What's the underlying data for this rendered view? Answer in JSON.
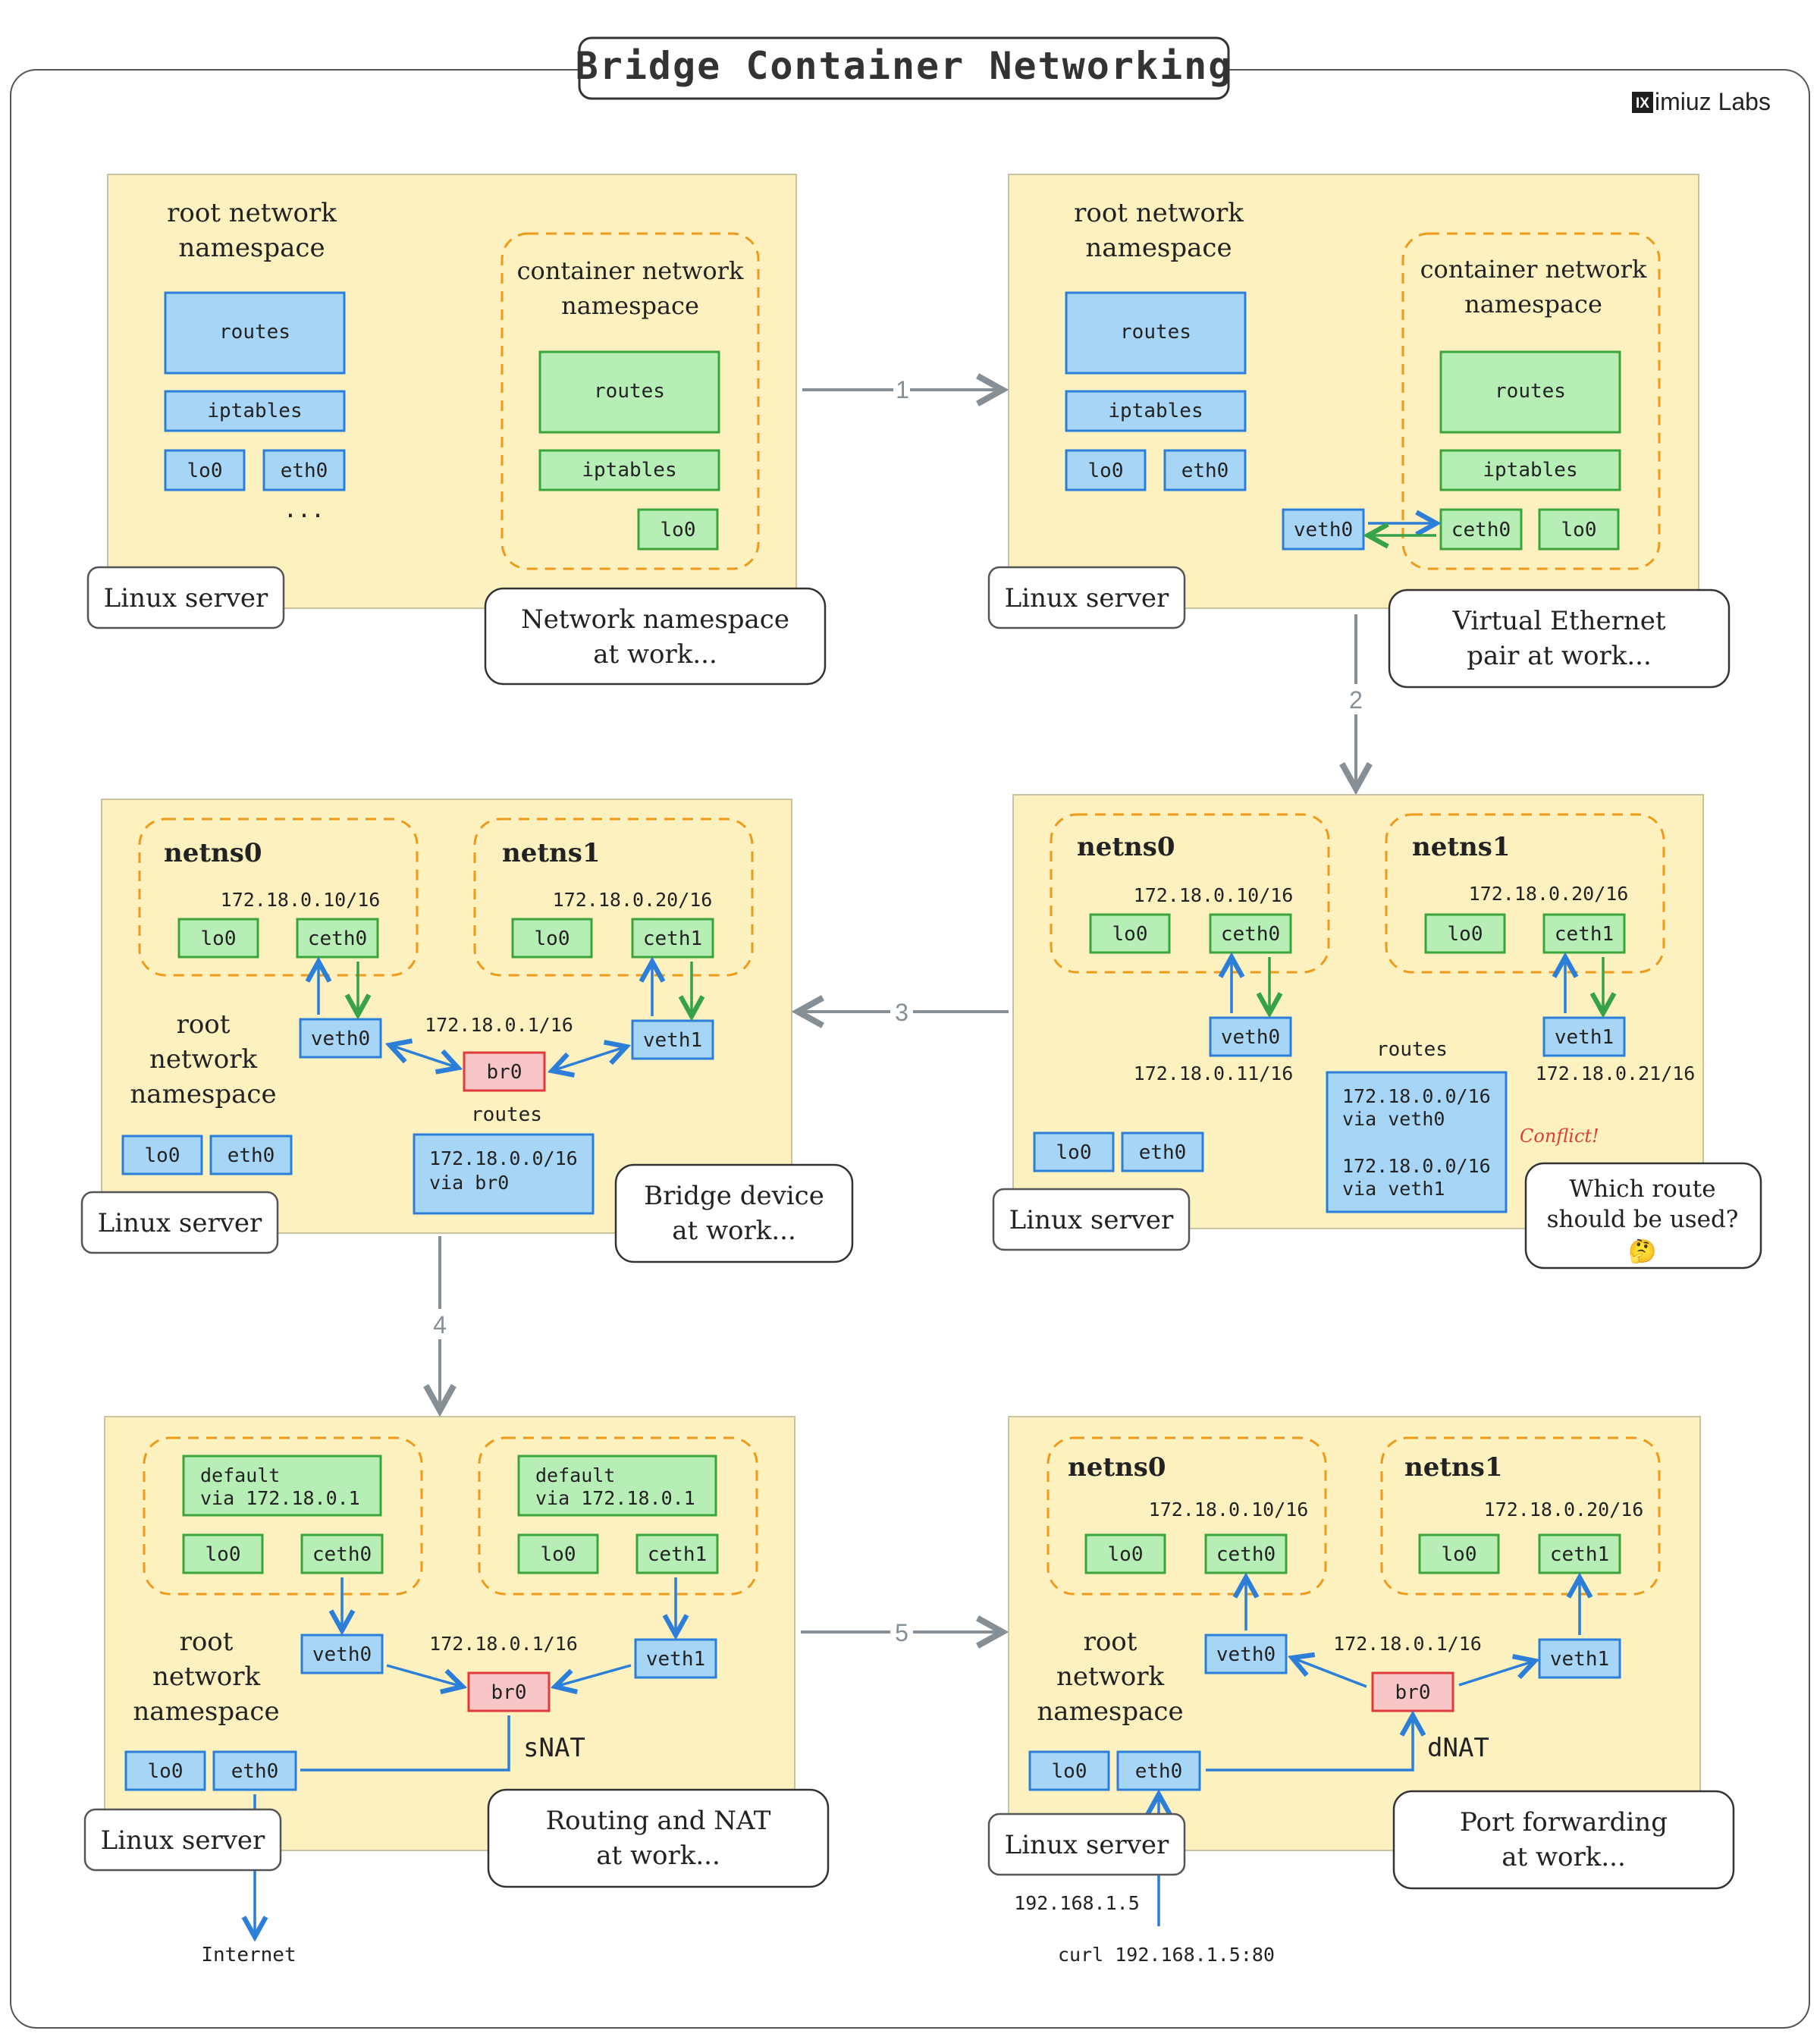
{
  "title": "Bridge Container Networking",
  "brand": {
    "mark": "IX",
    "name": "imiuz Labs"
  },
  "colors": {
    "panel": "#fdf1c0",
    "blue_fill": "#a7d5f5",
    "blue_stroke": "#2b7fd8",
    "green_fill": "#b6eeb6",
    "green_stroke": "#3aa53a",
    "red_fill": "#f8c6c6",
    "red_stroke": "#e03b3b",
    "orange": "#ee9a1a",
    "arrow_gray": "#868e96",
    "blue_arrow": "#2b7fd8",
    "green_arrow": "#36a24a"
  },
  "steps": [
    "1",
    "2",
    "3",
    "4",
    "5"
  ],
  "p1": {
    "root_title": [
      "root network",
      "namespace"
    ],
    "routes": "routes",
    "iptables": "iptables",
    "lo0": "lo0",
    "eth0": "eth0",
    "more": "...",
    "container_title": [
      "container network",
      "namespace"
    ],
    "c_routes": "routes",
    "c_iptables": "iptables",
    "c_lo0": "lo0",
    "server": "Linux server",
    "caption": [
      "Network namespace",
      "at work..."
    ]
  },
  "p2": {
    "root_title": [
      "root network",
      "namespace"
    ],
    "routes": "routes",
    "iptables": "iptables",
    "lo0": "lo0",
    "eth0": "eth0",
    "container_title": [
      "container network",
      "namespace"
    ],
    "c_routes": "routes",
    "c_iptables": "iptables",
    "veth0": "veth0",
    "ceth0": "ceth0",
    "c_lo0": "lo0",
    "server": "Linux server",
    "caption": [
      "Virtual Ethernet",
      "pair at work..."
    ]
  },
  "p3": {
    "netns0": "netns0",
    "ip0": "172.18.0.10/16",
    "lo0a": "lo0",
    "ceth0": "ceth0",
    "netns1": "netns1",
    "ip1": "172.18.0.20/16",
    "lo0b": "lo0",
    "ceth1": "ceth1",
    "veth0": "veth0",
    "veth1": "veth1",
    "veth0_ip": "172.18.0.11/16",
    "veth1_ip": "172.18.0.21/16",
    "routes_title": "routes",
    "routes": [
      "172.18.0.0/16",
      "via veth0",
      "",
      "172.18.0.0/16",
      "via veth1"
    ],
    "conflict": "Conflict!",
    "lo0": "lo0",
    "eth0": "eth0",
    "server": "Linux server",
    "caption": [
      "Which route",
      "should be used?",
      "🤔"
    ]
  },
  "p4": {
    "netns0": "netns0",
    "ip0": "172.18.0.10/16",
    "lo0a": "lo0",
    "ceth0": "ceth0",
    "netns1": "netns1",
    "ip1": "172.18.0.20/16",
    "lo0b": "lo0",
    "ceth1": "ceth1",
    "root_title": [
      "root",
      "network",
      "namespace"
    ],
    "veth0": "veth0",
    "veth1": "veth1",
    "br_ip": "172.18.0.1/16",
    "br0": "br0",
    "routes_title": "routes",
    "routes": [
      "172.18.0.0/16",
      "via br0"
    ],
    "lo0": "lo0",
    "eth0": "eth0",
    "server": "Linux server",
    "caption": [
      "Bridge device",
      "at work..."
    ]
  },
  "p5": {
    "route0": [
      "default",
      "via 172.18.0.1"
    ],
    "lo0a": "lo0",
    "ceth0": "ceth0",
    "route1": [
      "default",
      "via 172.18.0.1"
    ],
    "lo0b": "lo0",
    "ceth1": "ceth1",
    "root_title": [
      "root",
      "network",
      "namespace"
    ],
    "veth0": "veth0",
    "veth1": "veth1",
    "br_ip": "172.18.0.1/16",
    "br0": "br0",
    "snat": "sNAT",
    "lo0": "lo0",
    "eth0": "eth0",
    "server": "Linux server",
    "internet": "Internet",
    "caption": [
      "Routing and NAT",
      "at work..."
    ]
  },
  "p6": {
    "netns0": "netns0",
    "ip0": "172.18.0.10/16",
    "lo0a": "lo0",
    "ceth0": "ceth0",
    "netns1": "netns1",
    "ip1": "172.18.0.20/16",
    "lo0b": "lo0",
    "ceth1": "ceth1",
    "root_title": [
      "root",
      "network",
      "namespace"
    ],
    "veth0": "veth0",
    "veth1": "veth1",
    "br_ip": "172.18.0.1/16",
    "br0": "br0",
    "dnat": "dNAT",
    "lo0": "lo0",
    "eth0": "eth0",
    "server": "Linux server",
    "host_ip": "192.168.1.5",
    "curl": "curl 192.168.1.5:80",
    "caption": [
      "Port forwarding",
      "at work..."
    ]
  }
}
